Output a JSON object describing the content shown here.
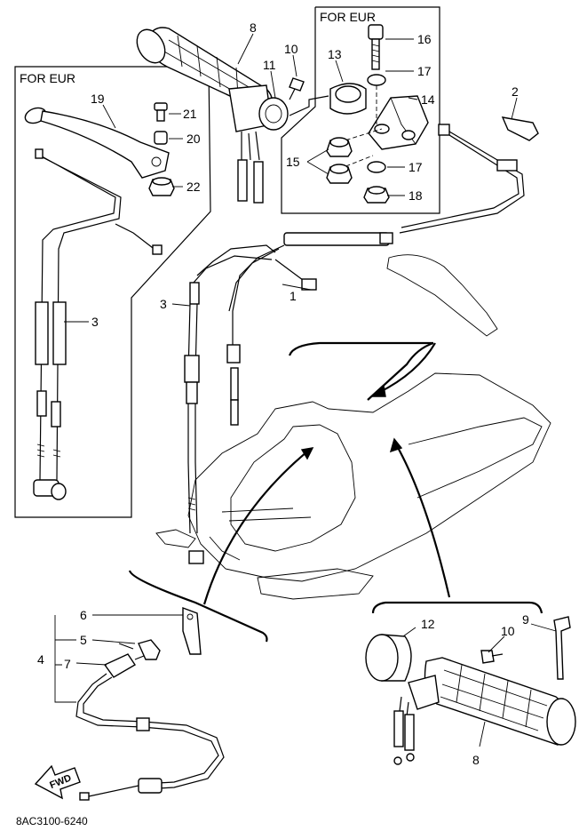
{
  "diagram": {
    "panel_headers": [
      "FOR EUR",
      "FOR EUR"
    ],
    "part_numbers": {
      "p1": "1",
      "p2": "2",
      "p3a": "3",
      "p3b": "3",
      "p4": "4",
      "p5": "5",
      "p6": "6",
      "p7": "7",
      "p8a": "8",
      "p8b": "8",
      "p9": "9",
      "p10a": "10",
      "p10b": "10",
      "p11": "11",
      "p12": "12",
      "p13": "13",
      "p14": "14",
      "p15": "15",
      "p16": "16",
      "p17a": "17",
      "p17b": "17",
      "p18": "18",
      "p19": "19",
      "p20": "20",
      "p21": "21",
      "p22": "22"
    },
    "fwd_label": "FWD",
    "drawing_code": "8AC3100-6240"
  }
}
